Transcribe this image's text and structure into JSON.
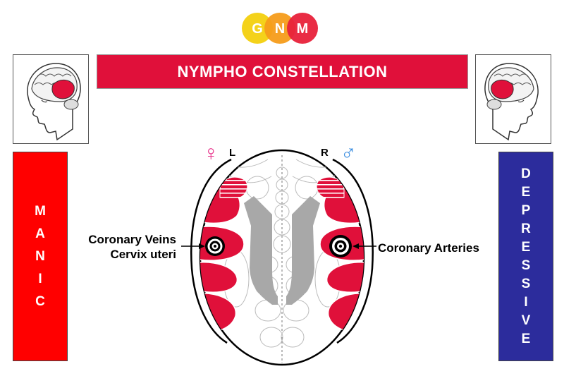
{
  "logo": {
    "letters": [
      "G",
      "N",
      "M"
    ],
    "colors": [
      "#f4d21a",
      "#f59c1a",
      "#e8213a"
    ]
  },
  "title": "NYMPHO CONSTELLATION",
  "left_column": {
    "word_letters": [
      "M",
      "A",
      "N",
      "I",
      "C"
    ],
    "color": "#ff0000"
  },
  "right_column": {
    "word_letters": [
      "D",
      "E",
      "P",
      "R",
      "E",
      "S",
      "S",
      "I",
      "V",
      "E"
    ],
    "color": "#2c2c9c"
  },
  "hemispheres": {
    "left_label": "L",
    "right_label": "R",
    "female_symbol": "♀",
    "male_symbol": "♂",
    "female_color": "#e8358c",
    "male_color": "#3a8de0"
  },
  "annotations": {
    "left_line1": "Coronary Veins",
    "left_line2": "Cervix uteri",
    "right": "Coronary Arteries"
  },
  "colors": {
    "relay_red": "#e0103a",
    "ventricle_gray": "#a8a8a8"
  }
}
